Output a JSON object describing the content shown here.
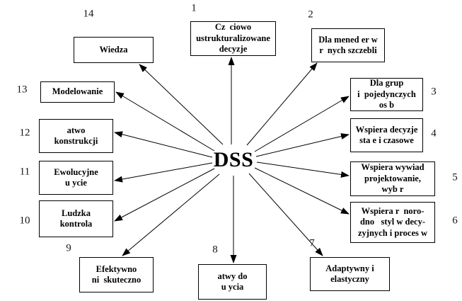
{
  "diagram": {
    "type": "radial-concept-diagram",
    "background_color": "#ffffff",
    "line_color": "#000000",
    "text_color": "#000000",
    "center_label": "DSS"
  },
  "nodes": [
    {
      "number": "1",
      "label": "Cz  ciowo\nustrukturalizowane\ndecyzje"
    },
    {
      "number": "2",
      "label": "Dla mened er w\nr  nych szczebli"
    },
    {
      "number": "3",
      "label": "Dla grup\ni  pojedynczych\nos b"
    },
    {
      "number": "4",
      "label": "Wspiera decyzje\nsta e i czasowe"
    },
    {
      "number": "5",
      "label": "Wspiera wywiad\nprojektowanie,\nwyb r"
    },
    {
      "number": "6",
      "label": "Wspiera r  noro-\ndno   styl w decy-\nzyjnych i proces w"
    },
    {
      "number": "7",
      "label": "Adaptywny i\nelastyczny"
    },
    {
      "number": "8",
      "label": "atwy do\nu ycia"
    },
    {
      "number": "9",
      "label": "Efektywno\nni  skuteczno"
    },
    {
      "number": "10",
      "label": "Ludzka\nkontrola"
    },
    {
      "number": "11",
      "label": "Ewolucyjne\nu ycie"
    },
    {
      "number": "12",
      "label": "atwo\nkonstrukcji"
    },
    {
      "number": "13",
      "label": "Modelowanie"
    },
    {
      "number": "14",
      "label": "Wiedza"
    }
  ],
  "connections": [
    {
      "from": "DSS",
      "to": "1",
      "direction": "outward"
    },
    {
      "from": "DSS",
      "to": "2",
      "direction": "outward"
    },
    {
      "from": "DSS",
      "to": "3",
      "direction": "outward"
    },
    {
      "from": "DSS",
      "to": "4",
      "direction": "outward"
    },
    {
      "from": "DSS",
      "to": "5",
      "direction": "outward"
    },
    {
      "from": "DSS",
      "to": "6",
      "direction": "outward"
    },
    {
      "from": "DSS",
      "to": "7",
      "direction": "outward"
    },
    {
      "from": "DSS",
      "to": "8",
      "direction": "outward"
    },
    {
      "from": "DSS",
      "to": "9",
      "direction": "outward"
    },
    {
      "from": "DSS",
      "to": "10",
      "direction": "outward"
    },
    {
      "from": "DSS",
      "to": "11",
      "direction": "outward"
    },
    {
      "from": "DSS",
      "to": "12",
      "direction": "outward"
    },
    {
      "from": "DSS",
      "to": "13",
      "direction": "outward"
    },
    {
      "from": "DSS",
      "to": "14",
      "direction": "outward"
    }
  ]
}
